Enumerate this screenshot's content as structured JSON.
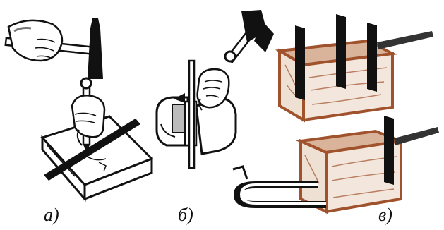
{
  "captions": {
    "a": "а)",
    "b": "б)",
    "c": "в)"
  },
  "colors": {
    "ink": "#111111",
    "wood": "#a0522d",
    "skin_shade": "#555555",
    "background": "#ffffff"
  },
  "illustrations": [
    {
      "id": "a",
      "content": [
        "hammer-icon",
        "hand-icon",
        "punch-icon",
        "ruler-icon",
        "block-icon"
      ]
    },
    {
      "id": "b",
      "content": [
        "hammer-icon",
        "hand-icon",
        "rod-icon",
        "vise-icon"
      ]
    },
    {
      "id": "c",
      "content": [
        "wood-block-icon",
        "square-icon",
        "clamp-icon"
      ]
    }
  ]
}
